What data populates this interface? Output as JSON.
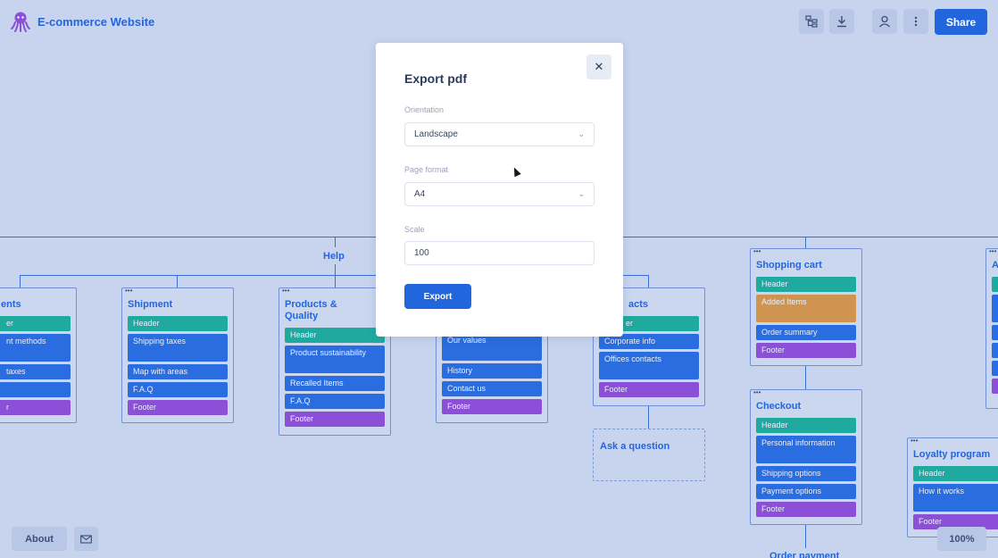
{
  "app": {
    "title": "E-commerce Website"
  },
  "toolbar": {
    "share_label": "Share"
  },
  "help_label": "Help",
  "cards": {
    "payments": {
      "title": "ents",
      "items": [
        "er",
        "nt methods",
        "taxes",
        "",
        "r"
      ]
    },
    "shipment": {
      "title": "Shipment",
      "items": [
        "Header",
        "Shipping taxes",
        "Map with areas",
        "F.A.Q",
        "Footer"
      ]
    },
    "products": {
      "title": "Products & Quality",
      "items": [
        "Header",
        "Product sustainability",
        "Recalled Items",
        "F.A.Q",
        "Footer"
      ]
    },
    "about_us": {
      "items": [
        "Our values",
        "History",
        "Contact us",
        "Footer"
      ]
    },
    "contacts": {
      "title": "acts",
      "items": [
        "er",
        "Corporate info",
        "Offices contacts",
        "Footer"
      ]
    },
    "ask_question": {
      "title": "Ask a question"
    },
    "shopping_cart": {
      "title": "Shopping cart",
      "items": [
        "Header",
        "Added Items",
        "Order summary",
        "Footer"
      ]
    },
    "checkout": {
      "title": "Checkout",
      "items": [
        "Header",
        "Personal information",
        "Shipping options",
        "Payment options",
        "Footer"
      ]
    },
    "order_payment": {
      "title": "Order payment"
    },
    "loyalty": {
      "title": "Loyalty program",
      "items": [
        "Header",
        "How it works",
        "Footer"
      ]
    },
    "right_partial": {
      "title": "A"
    }
  },
  "modal": {
    "title": "Export pdf",
    "orientation_label": "Orientation",
    "orientation_value": "Landscape",
    "page_format_label": "Page format",
    "page_format_value": "A4",
    "scale_label": "Scale",
    "scale_value": "100",
    "export_label": "Export",
    "close_symbol": "✕"
  },
  "footer": {
    "about_label": "About",
    "zoom_label": "100%"
  },
  "colors": {
    "accent": "#2266dd",
    "teal": "#1faa9f",
    "purple": "#8c4fd7",
    "orange": "#cf9550",
    "background": "#c8d4ee"
  }
}
